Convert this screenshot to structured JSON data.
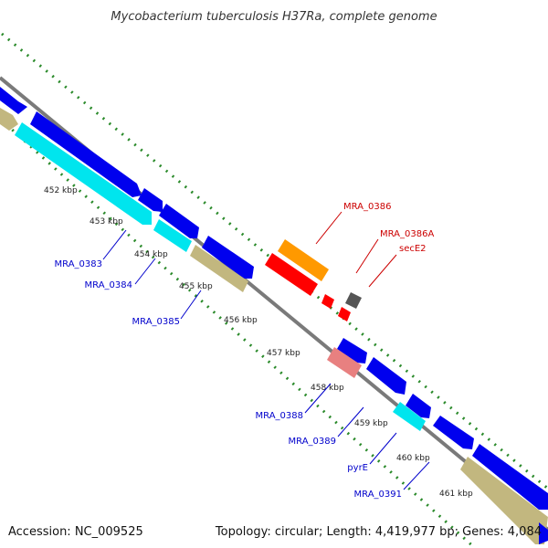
{
  "title": "Mycobacterium tuberculosis H37Ra, complete genome",
  "footer": {
    "accession": "Accession: NC_009525",
    "summary": "Topology: circular; Length: 4,419,977 bp; Genes: 4,084"
  },
  "ticks": [
    "452 kbp",
    "453 kbp",
    "454 kbp",
    "455 kbp",
    "456 kbp",
    "457 kbp",
    "458 kbp",
    "459 kbp",
    "460 kbp",
    "461 kbp"
  ],
  "gene_labels": {
    "forward": [
      "MRA_0386",
      "MRA_0386A",
      "secE2"
    ],
    "reverse": [
      "MRA_0383",
      "MRA_0384",
      "MRA_0385",
      "MRA_0388",
      "MRA_0389",
      "pyrE",
      "MRA_0391"
    ]
  },
  "colors": {
    "cds_blue": "#0000ee",
    "cds_cyan": "#00e5ee",
    "cds_tan": "#c2b77f",
    "orange": "#ff9900",
    "red": "#ff0000",
    "pink": "#e88080",
    "gray": "#555555",
    "backbone": "#888888",
    "gc_green": "#2a8a2a",
    "label_red": "#cc0000",
    "label_blue": "#0000cc"
  }
}
